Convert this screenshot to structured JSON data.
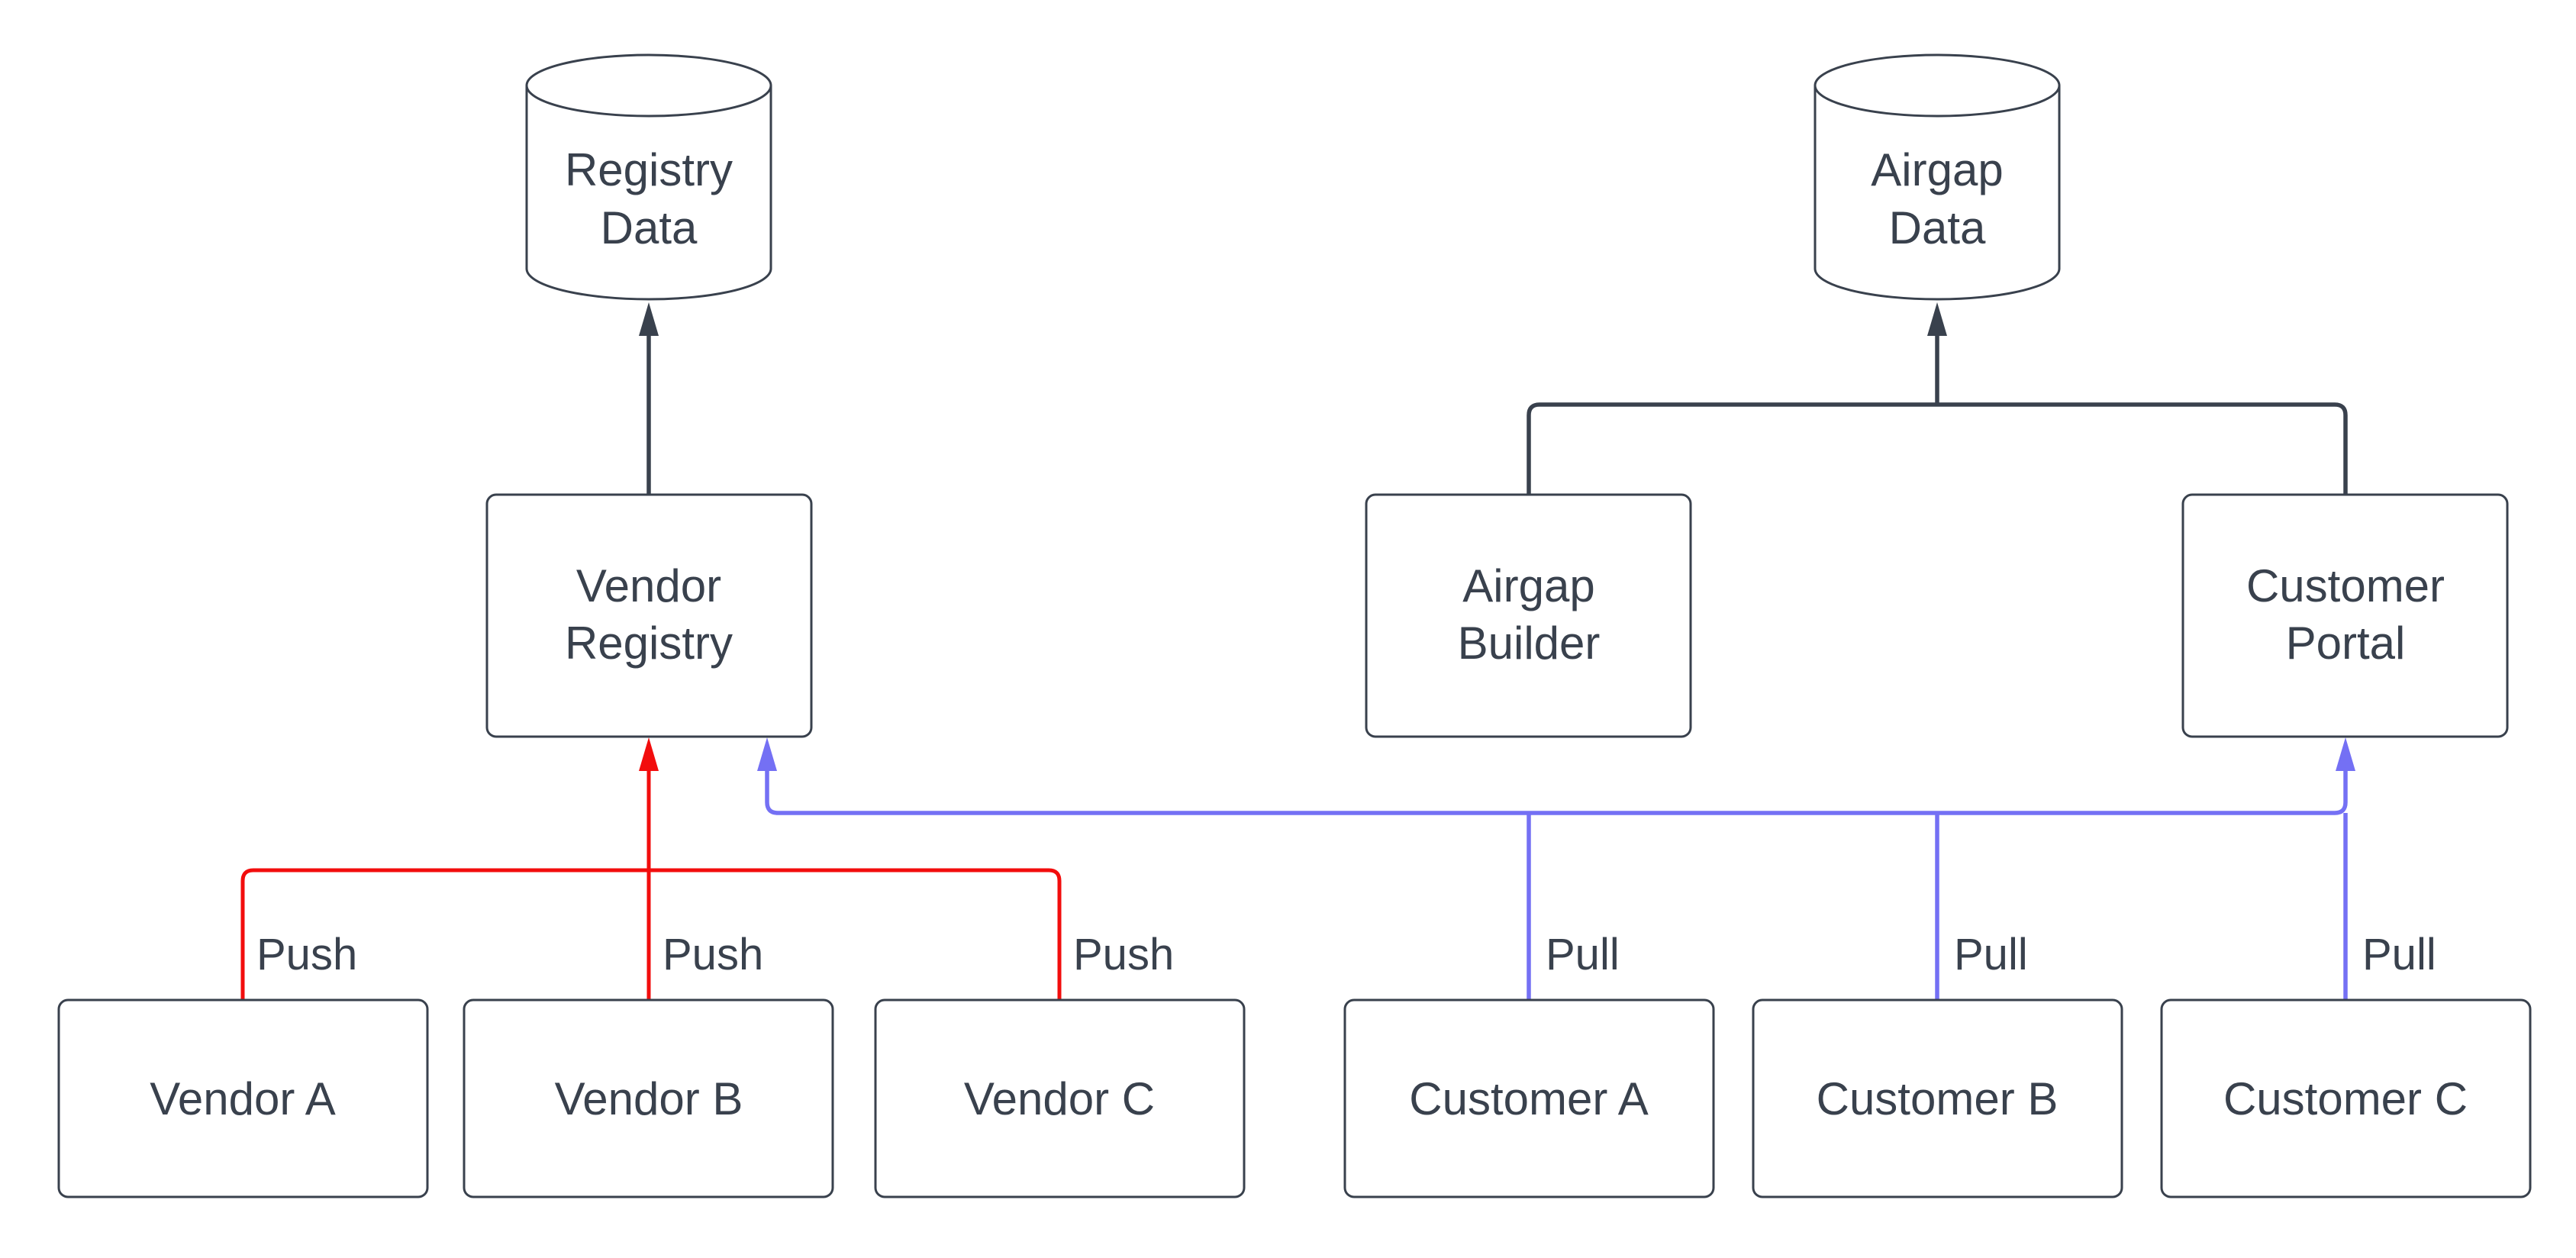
{
  "colors": {
    "push_red": "#f20d0d",
    "pull_blue": "#7470f4",
    "dark_slate": "#39414d"
  },
  "edge_labels": {
    "push": "Push",
    "pull": "Pull"
  },
  "nodes": {
    "registry_data": {
      "line1": "Registry",
      "line2": "Data"
    },
    "airgap_data": {
      "line1": "Airgap",
      "line2": "Data"
    },
    "vendor_registry": {
      "line1": "Vendor",
      "line2": "Registry"
    },
    "airgap_builder": {
      "line1": "Airgap",
      "line2": "Builder"
    },
    "customer_portal": {
      "line1": "Customer",
      "line2": "Portal"
    },
    "vendor_a": {
      "label": "Vendor A"
    },
    "vendor_b": {
      "label": "Vendor B"
    },
    "vendor_c": {
      "label": "Vendor C"
    },
    "customer_a": {
      "label": "Customer A"
    },
    "customer_b": {
      "label": "Customer B"
    },
    "customer_c": {
      "label": "Customer C"
    }
  },
  "edges": [
    {
      "from": "vendor_registry",
      "to": "registry_data",
      "label": ""
    },
    {
      "from": "airgap_builder",
      "to": "airgap_data",
      "label": ""
    },
    {
      "from": "customer_portal",
      "to": "airgap_data",
      "label": ""
    },
    {
      "from": "vendor_a",
      "to": "vendor_registry",
      "label": "Push"
    },
    {
      "from": "vendor_b",
      "to": "vendor_registry",
      "label": "Push"
    },
    {
      "from": "vendor_c",
      "to": "vendor_registry",
      "label": "Push"
    },
    {
      "from": "customer_a",
      "to": "vendor_registry",
      "label": "Pull"
    },
    {
      "from": "customer_b",
      "to": "vendor_registry",
      "label": "Pull"
    },
    {
      "from": "customer_c",
      "to": "vendor_registry",
      "label": "Pull"
    },
    {
      "from": "customer_c",
      "to": "customer_portal",
      "label": "Pull"
    }
  ]
}
